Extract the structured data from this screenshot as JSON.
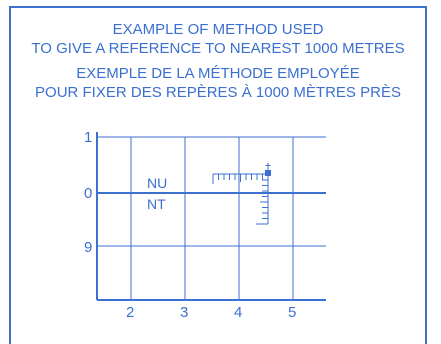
{
  "title_en": {
    "line1": "EXAMPLE OF METHOD USED",
    "line2": "TO GIVE A REFERENCE TO NEAREST 1000 METRES"
  },
  "title_fr": {
    "line1": "EXEMPLE DE LA MÉTHODE EMPLOYÉE",
    "line2": "POUR FIXER DES REPÈRES À 1000 MÈTRES PRÈS"
  },
  "grid": {
    "northing_labels": [
      "1",
      "0",
      "9"
    ],
    "easting_labels": [
      "2",
      "3",
      "4",
      "5"
    ],
    "zone_label_top": "NU",
    "zone_label_bottom": "NT"
  },
  "colors": {
    "ink": "#3b6fd0"
  }
}
